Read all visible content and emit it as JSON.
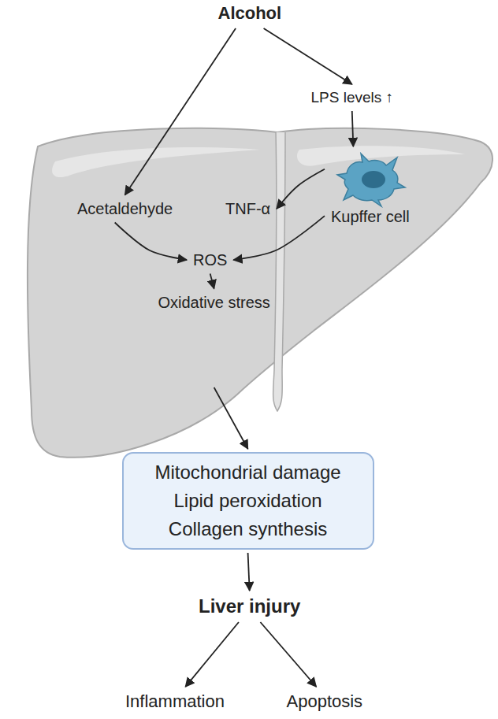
{
  "diagram": {
    "nodes": [
      {
        "text": [
          "Alcohol"
        ]
      },
      {
        "text": [
          "LPS levels ↑"
        ]
      },
      {
        "text": [
          "Acetaldehyde"
        ]
      },
      {
        "text": [
          "TNF-α"
        ]
      },
      {
        "text": [
          "Kupffer cell"
        ]
      },
      {
        "text": [
          "ROS"
        ]
      },
      {
        "text": [
          "Oxidative stress"
        ]
      },
      {
        "text": [
          "Mitochondrial damage",
          "Lipid peroxidation",
          "Collagen synthesis"
        ]
      },
      {
        "text": [
          "Liver injury"
        ]
      },
      {
        "text": [
          "Inflammation"
        ]
      },
      {
        "text": [
          "Apoptosis"
        ]
      }
    ],
    "edges": [
      {
        "from": 0,
        "to": 2,
        "arrow": "to"
      },
      {
        "from": 0,
        "to": 1,
        "arrow": "to"
      },
      {
        "from": 1,
        "to": 4,
        "arrow": "to"
      },
      {
        "from": 4,
        "to": 3,
        "arrow": "to"
      },
      {
        "from": 2,
        "to": 5,
        "arrow": "to"
      },
      {
        "from": 4,
        "to": 5,
        "arrow": "to"
      },
      {
        "from": 5,
        "to": 6,
        "arrow": "to"
      },
      {
        "from": 6,
        "to": 7,
        "arrow": "to"
      },
      {
        "from": 7,
        "to": 8,
        "arrow": "to"
      },
      {
        "from": 8,
        "to": 9,
        "arrow": "to"
      },
      {
        "from": 8,
        "to": 10,
        "arrow": "to"
      }
    ]
  }
}
